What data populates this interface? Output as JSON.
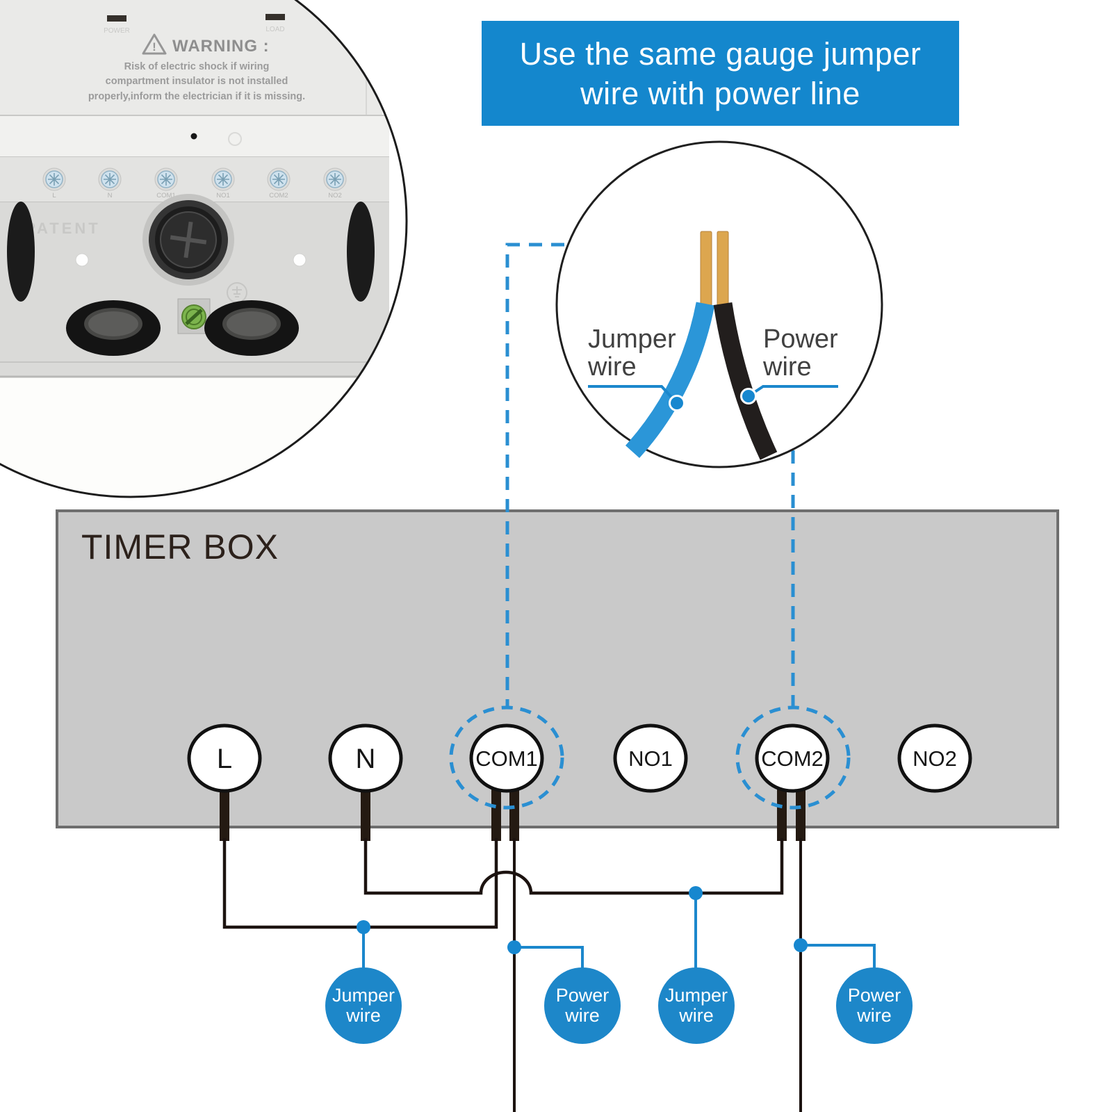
{
  "colors": {
    "banner_blue": "#1487cd",
    "accent_blue": "#1b87cc",
    "dashed_blue": "#2a8fd2",
    "bubble_blue": "#1d87c9",
    "jumper_wire_blue": "#2b96d8",
    "box_gray": "#c9c9c9",
    "box_border_gray": "#6e6e6e",
    "wire_black": "#1c1310"
  },
  "banner": {
    "line1": "Use the same gauge jumper",
    "line2": "wire with power line"
  },
  "device_photo": {
    "power_label": "POWER",
    "load_label": "LOAD",
    "warning_title": "WARNING :",
    "warning_lines": [
      "Risk of electric shock if wiring",
      "compartment insulator is not installed",
      "properly,inform the electrician if it is missing."
    ],
    "patent_label": "PATENT",
    "screw_labels": [
      "L",
      "N",
      "COM1",
      "NO1",
      "COM2",
      "NO2"
    ]
  },
  "inset": {
    "jumper_label_line1": "Jumper",
    "jumper_label_line2": "wire",
    "power_label_line1": "Power",
    "power_label_line2": "wire"
  },
  "timer_box": {
    "title": "TIMER BOX",
    "terminals": [
      "L",
      "N",
      "COM1",
      "NO1",
      "COM2",
      "NO2"
    ]
  },
  "wire_callouts": [
    {
      "line1": "Jumper",
      "line2": "wire"
    },
    {
      "line1": "Power",
      "line2": "wire"
    },
    {
      "line1": "Jumper",
      "line2": "wire"
    },
    {
      "line1": "Power",
      "line2": "wire"
    }
  ]
}
